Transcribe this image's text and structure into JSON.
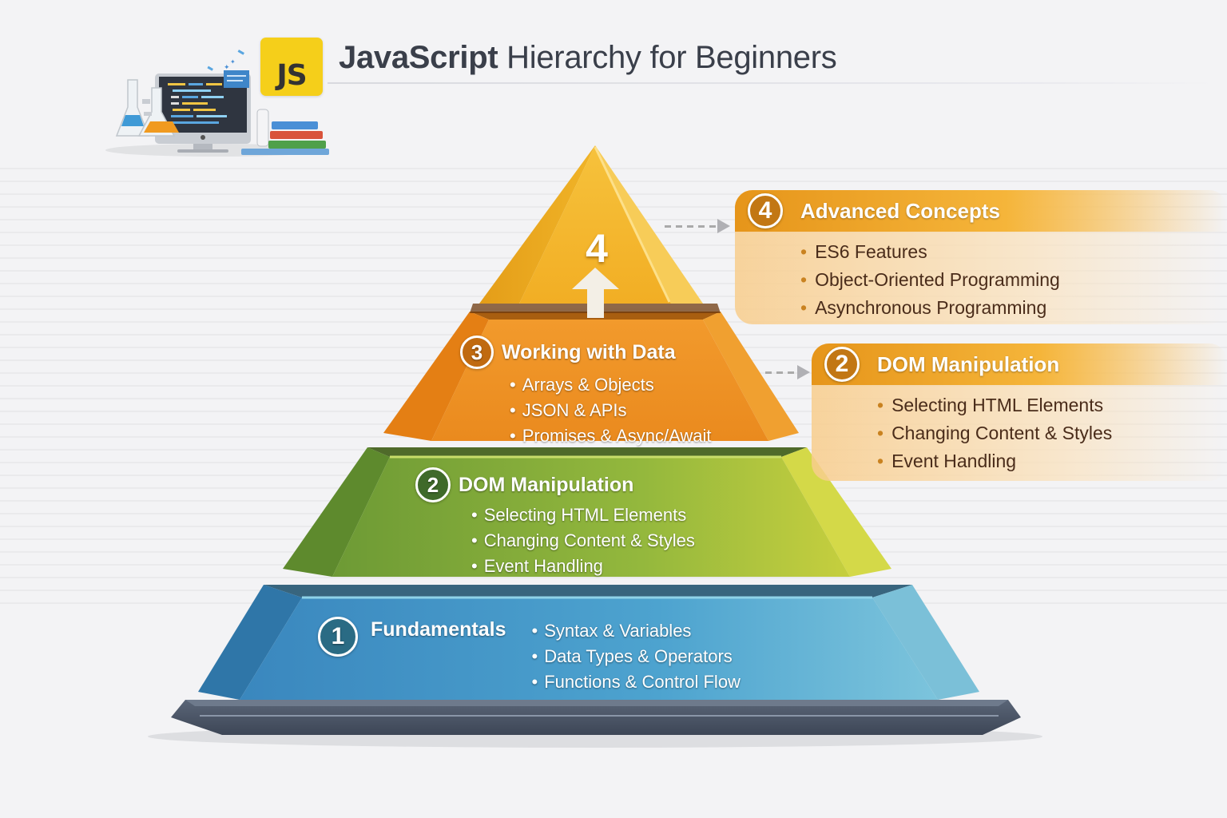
{
  "header": {
    "logo_text": "JS",
    "title_bold": "JavaScript",
    "title_rest": " Hierarchy for Beginners",
    "hero_illustration": "computer-desk-with-books-and-flasks"
  },
  "pyramid": {
    "apex": {
      "number": "4",
      "icon": "up-arrow-icon",
      "color": "#f2b429"
    },
    "tiers": [
      {
        "number": "3",
        "title": "Working with Data",
        "color": "#ee8f25",
        "items": [
          "Arrays & Objects",
          "JSON & APIs",
          "Promises & Async/Await"
        ]
      },
      {
        "number": "2",
        "title": "DOM Manipulation",
        "color": "#8fb23c",
        "items": [
          "Selecting HTML Elements",
          "Changing Content & Styles",
          "Event Handling"
        ]
      },
      {
        "number": "1",
        "title": "Fundamentals",
        "color": "#4da0cc",
        "items": [
          "Syntax & Variables",
          "Data Types & Operators",
          "Functions & Control Flow"
        ]
      }
    ],
    "base_color": "#4a5566"
  },
  "callouts": [
    {
      "number": "4",
      "title": "Advanced Concepts",
      "items": [
        "ES6 Features",
        "Object-Oriented Programming",
        "Asynchronous Programming"
      ]
    },
    {
      "number": "2",
      "title": "DOM Manipulation",
      "items": [
        "Selecting HTML Elements",
        "Changing Content & Styles",
        "Event Handling"
      ]
    }
  ],
  "colors": {
    "accent_orange": "#e6951a",
    "js_yellow": "#f5cf1a",
    "title_text": "#3a3f4a"
  }
}
